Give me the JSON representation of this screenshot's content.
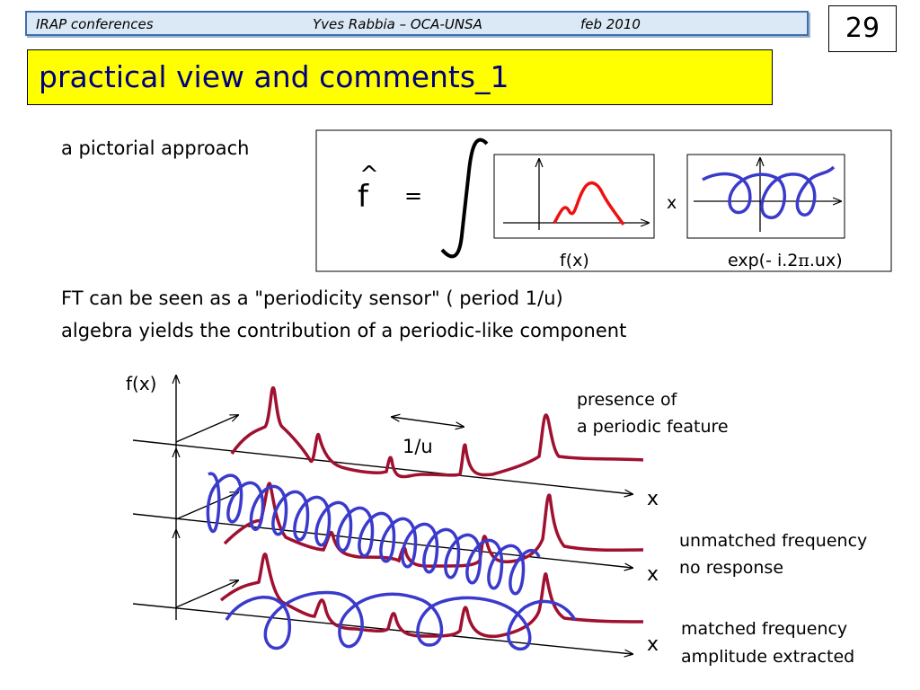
{
  "header": {
    "left": "IRAP conferences",
    "center": "Yves Rabbia – OCA-UNSA",
    "right": "feb 2010"
  },
  "page_number": "29",
  "title": "practical view and comments_1",
  "pictorial": {
    "label": "a pictorial approach",
    "fhat": "f",
    "hat": "^",
    "equals": "=",
    "times": "x",
    "fx_label": "f(x)",
    "exp_label_prefix": "exp(- i.2",
    "exp_label_pi": "π",
    "exp_label_suffix": ".ux)"
  },
  "body": {
    "line1": "FT can be seen as a \"periodicity sensor\"  ( period  1/u)",
    "line2": "algebra yields the contribution of a periodic-like component"
  },
  "diagram": {
    "fx_axis": "f(x)",
    "period": "1/u",
    "x_axis": "x",
    "presence": [
      "presence of",
      "a periodic feature"
    ],
    "unmatched": [
      "unmatched frequency",
      "no response"
    ],
    "matched": [
      "matched frequency",
      "amplitude extracted"
    ]
  },
  "colors": {
    "signal": "#a01030",
    "wave": "#3a3acc",
    "red": "#ee1111",
    "title_bg": "#ffff00",
    "title_text": "#000080"
  }
}
